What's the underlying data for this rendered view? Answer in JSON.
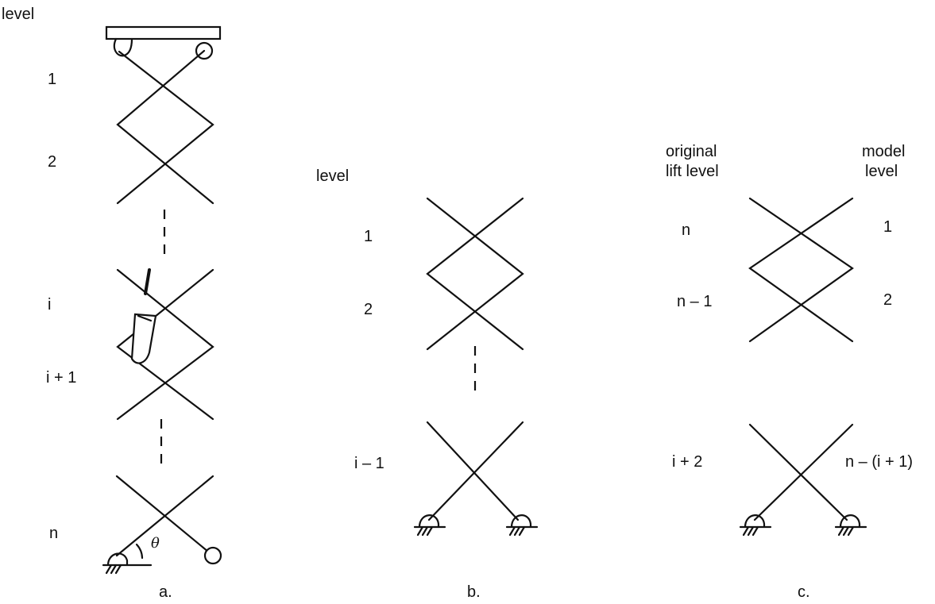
{
  "panel_a": {
    "header": "level",
    "levels": [
      "1",
      "2",
      "i",
      "i + 1",
      "n"
    ],
    "angle_symbol": "θ",
    "caption": "a."
  },
  "panel_b": {
    "header": "level",
    "levels": [
      "1",
      "2",
      "i – 1"
    ],
    "caption": "b."
  },
  "panel_c": {
    "header_left_line1": "original",
    "header_left_line2": "lift level",
    "header_right_line1": "model",
    "header_right_line2": "level",
    "left_levels": [
      "n",
      "n – 1",
      "i + 2"
    ],
    "right_levels": [
      "1",
      "2",
      "n – (i + 1)"
    ],
    "caption": "c."
  }
}
